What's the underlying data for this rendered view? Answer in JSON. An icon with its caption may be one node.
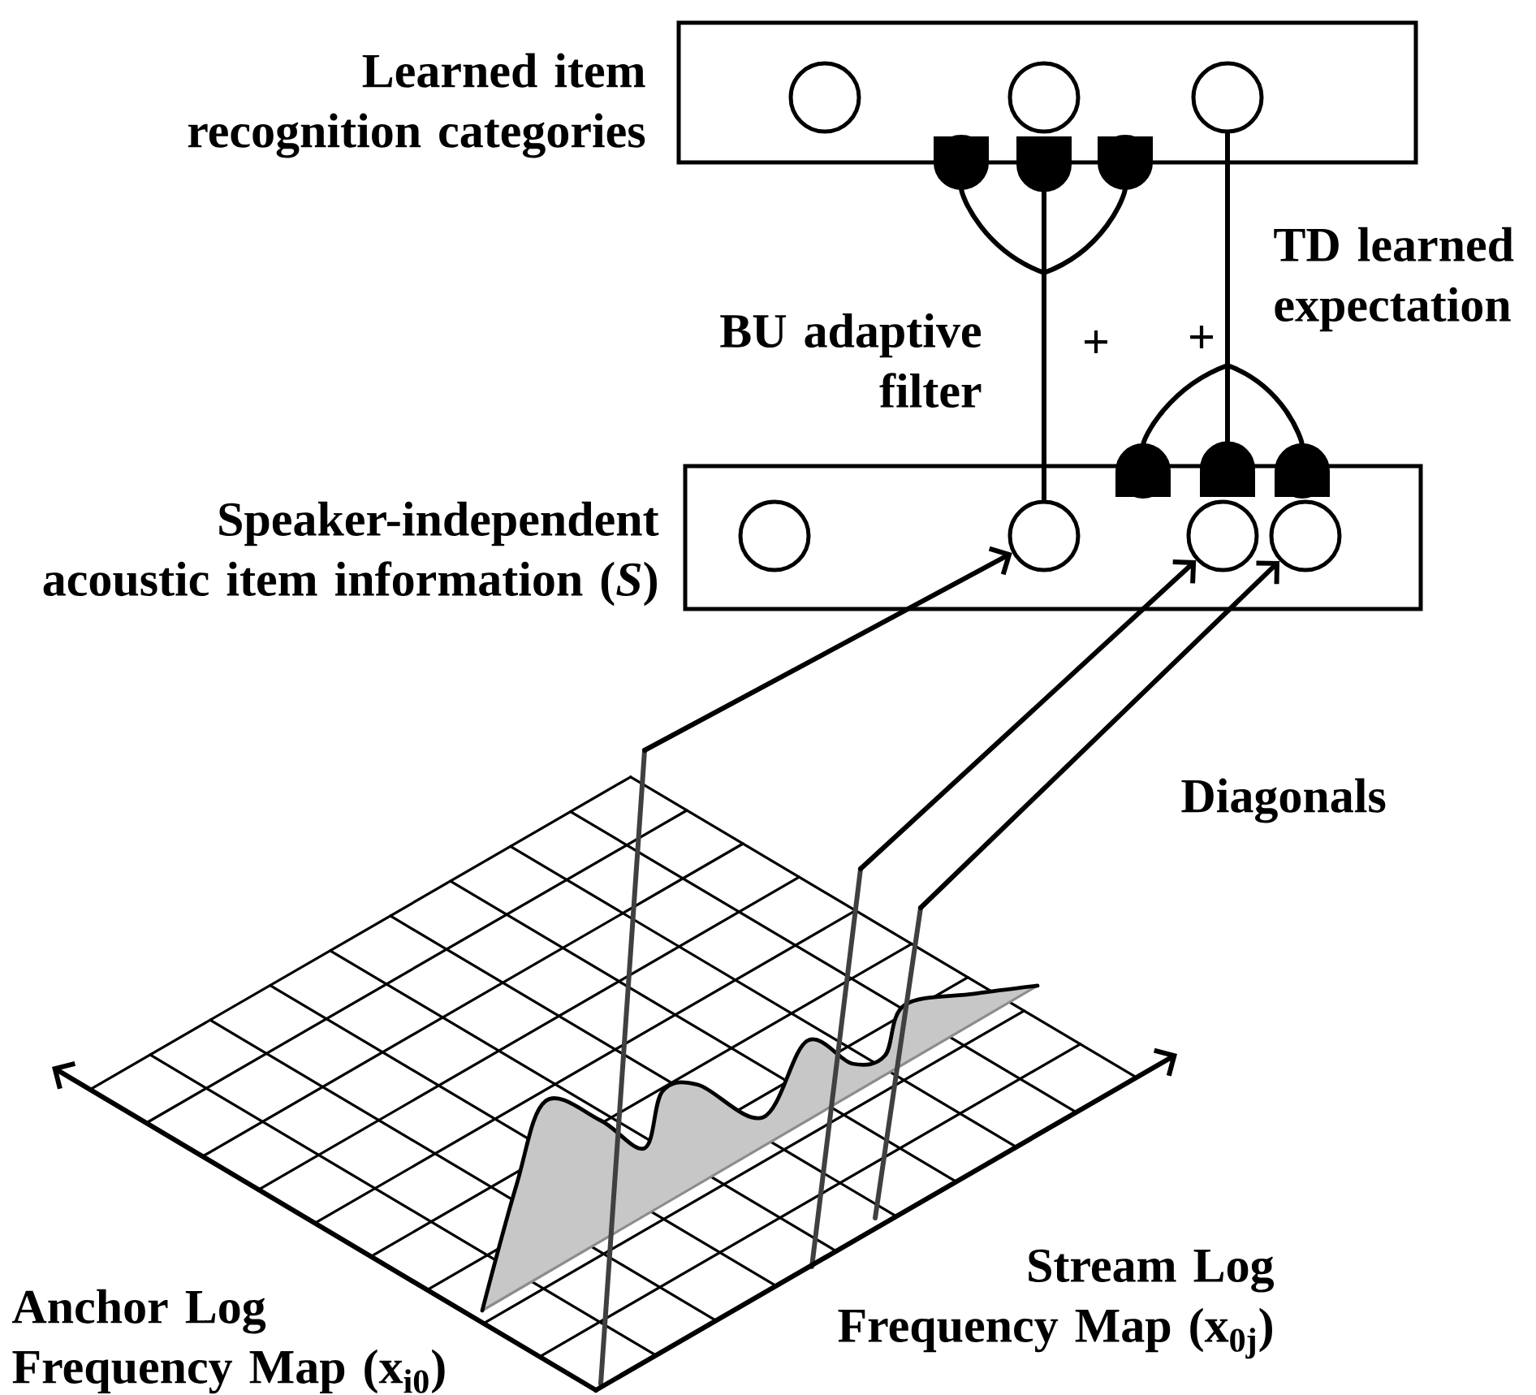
{
  "diagram": {
    "nodes": [
      {
        "text": [
          "Learned item recognition categories"
        ]
      },
      {
        "text": [],
        "shape": "circle",
        "in": 0
      },
      {
        "text": [],
        "shape": "circle",
        "in": 0
      },
      {
        "text": [],
        "shape": "circle",
        "in": 0
      },
      {
        "text": [
          "Speaker-independent acoustic item information (*S*)"
        ]
      },
      {
        "text": [],
        "shape": "circle",
        "in": 4
      },
      {
        "text": [],
        "shape": "circle",
        "in": 4
      },
      {
        "text": [],
        "shape": "circle",
        "in": 4
      },
      {
        "text": [],
        "shape": "circle",
        "in": 4
      }
    ],
    "edges": [
      {
        "from": 6,
        "to": 0,
        "arrow": "other",
        "label": "BU adaptive filter"
      },
      {
        "from": 3,
        "to": 4,
        "arrow": "other",
        "label": "TD learned expectation"
      },
      {
        "from": null,
        "to": 6,
        "arrow": "to"
      },
      {
        "from": null,
        "to": 7,
        "arrow": "to"
      },
      {
        "from": null,
        "to": 8,
        "arrow": "to"
      }
    ],
    "labels": [
      "+",
      "+",
      "Diagonals",
      "Anchor Log Frequency Map (x$_{i0}$)",
      "Stream Log Frequency Map (x$_{0j}$)"
    ]
  }
}
